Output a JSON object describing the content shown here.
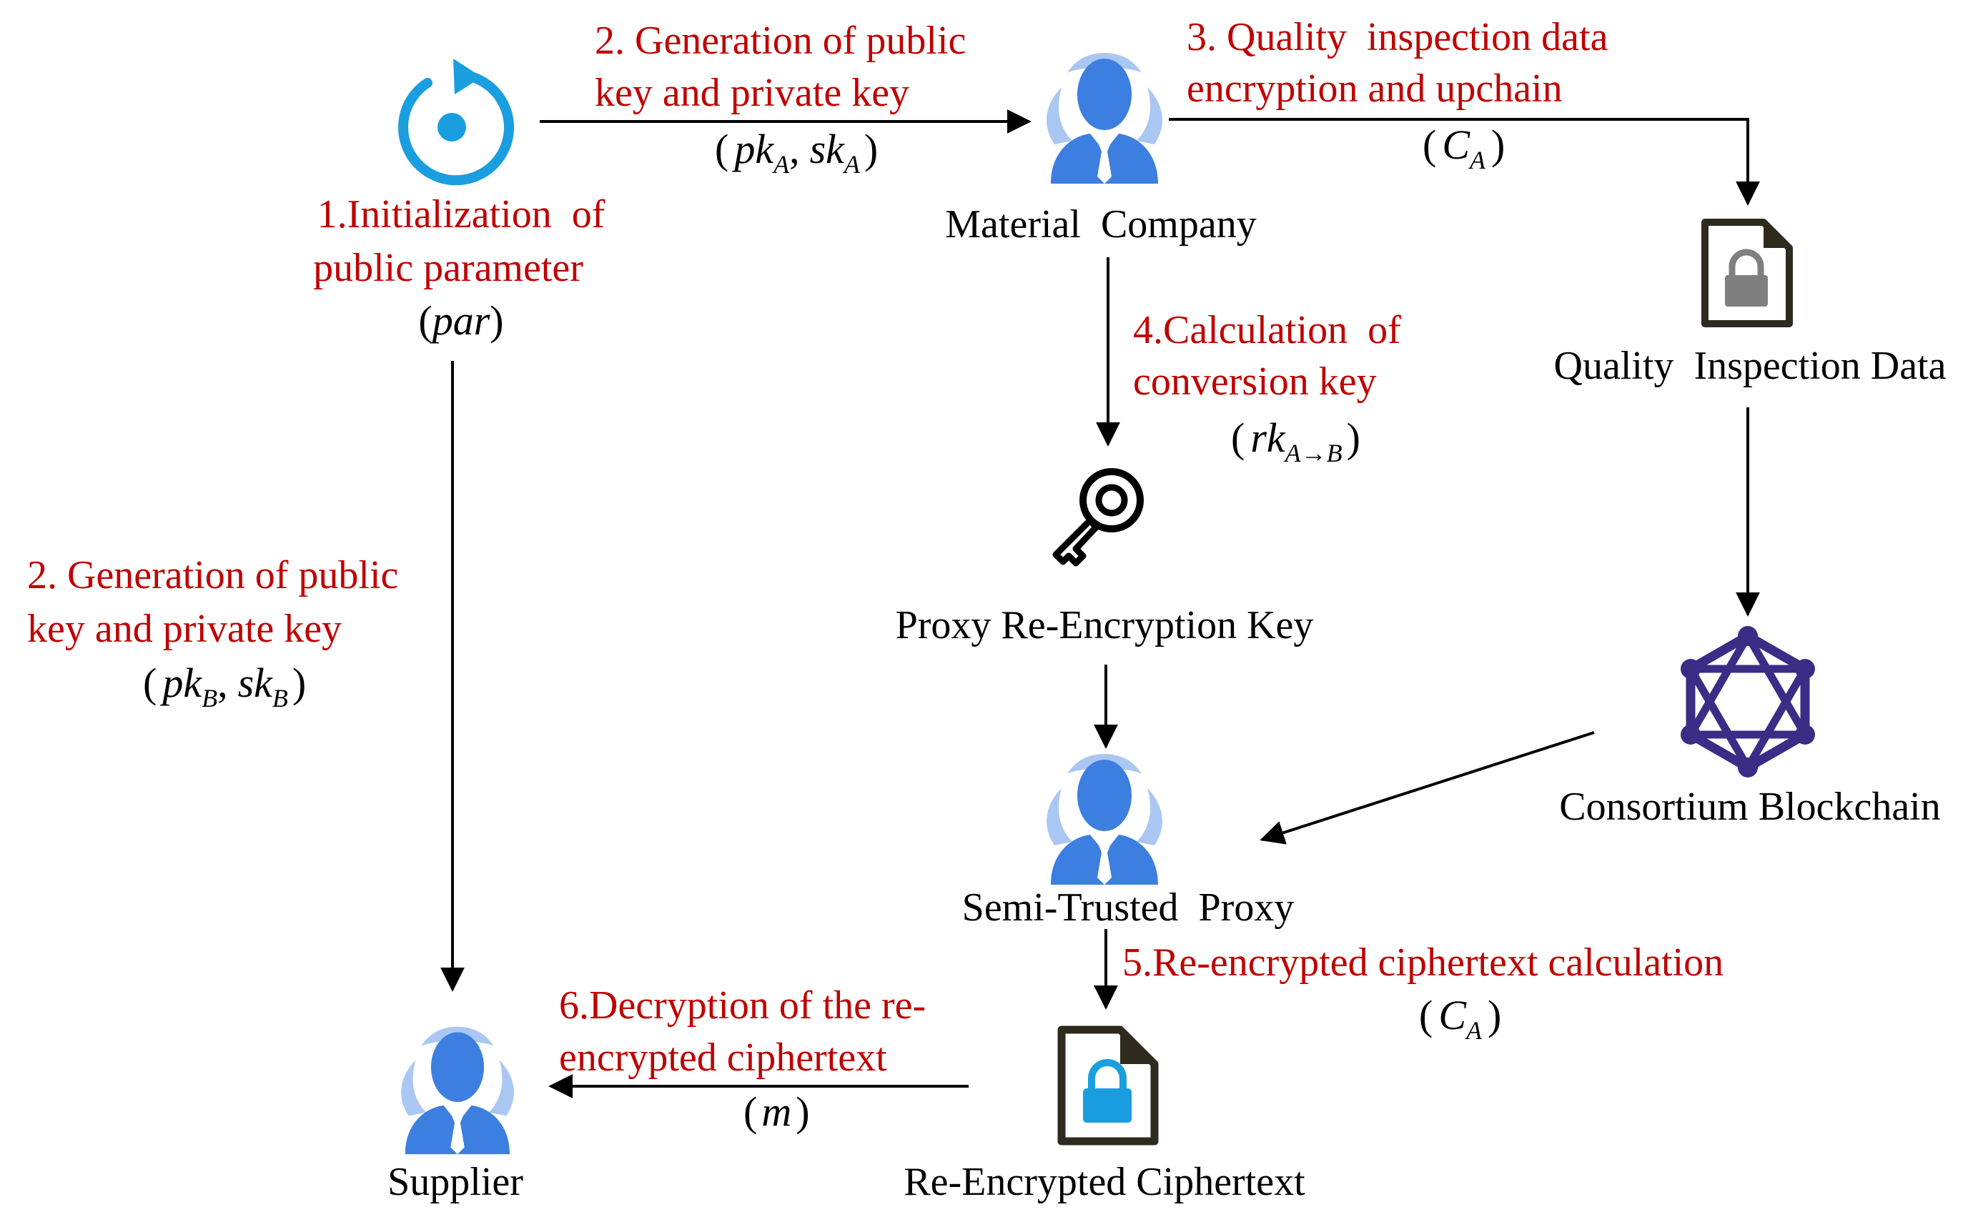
{
  "colors": {
    "step_text": "#c00000",
    "person_icon": "#3d7fe0",
    "person_halo": "#a9c7f2",
    "init_icon": "#1a9ee0",
    "doc_outline": "#2f2a1e",
    "doc_lock_gray": "#7f7f7f",
    "doc_lock_blue": "#1a9ee0",
    "blockchain_icon": "#3b2d86",
    "arrow": "#000000"
  },
  "icons": {
    "init": "refresh-circle-icon",
    "material_company": "person-icon",
    "quality_data": "locked-document-icon",
    "rekey": "key-icon",
    "blockchain": "network-hexagon-icon",
    "proxy": "person-icon",
    "ciphertext": "locked-document-icon",
    "supplier": "person-icon"
  },
  "nodes": {
    "material_company": "Material  Company",
    "quality_data": "Quality  Inspection Data",
    "rekey": "Proxy Re-Encryption Key",
    "blockchain": "Consortium Blockchain",
    "proxy": "Semi-Trusted  Proxy",
    "ciphertext": "Re-Encrypted Ciphertext",
    "supplier": "Supplier"
  },
  "steps": {
    "s1": {
      "line1": "1.Initialization  of",
      "line2": "public parameter",
      "param_open": "(",
      "param_main": "par",
      "param_close": ")"
    },
    "s2a": {
      "line1": "2. Generation of public",
      "line2": "key and private key",
      "param_open": "(",
      "pk": "pk",
      "pk_sub": "A",
      "sep": ",",
      "sk": "sk",
      "sk_sub": "A",
      "param_close": ")"
    },
    "s2b": {
      "line1": "2. Generation of public",
      "line2": "key and private key",
      "param_open": "(",
      "pk": "pk",
      "pk_sub": "B",
      "sep": ",",
      "sk": "sk",
      "sk_sub": "B",
      "param_close": ")"
    },
    "s3": {
      "line1": "3. Quality  inspection data",
      "line2": "encryption and upchain",
      "param_open": "(",
      "c": "C",
      "c_sub": "A",
      "param_close": ")"
    },
    "s4": {
      "line1": "4.Calculation  of",
      "line2": "conversion key",
      "param_open": "(",
      "rk": "rk",
      "rk_sub": "A→B",
      "param_close": ")"
    },
    "s5": {
      "line1": "5.Re-encrypted ciphertext calculation",
      "param_open": "(",
      "c": "C",
      "c_sub": "A",
      "param_close": ")"
    },
    "s6": {
      "line1": "6.Decryption of the re-",
      "line2": "encrypted ciphertext",
      "param_open": "(",
      "m": "m",
      "param_close": ")"
    }
  }
}
